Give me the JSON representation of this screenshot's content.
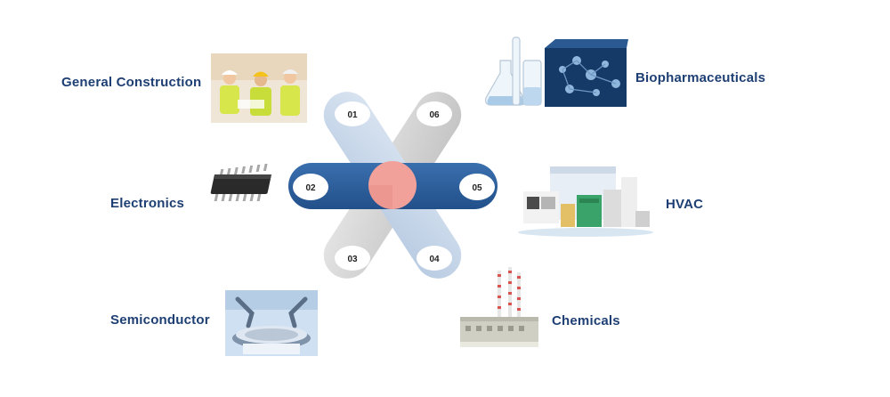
{
  "colors": {
    "label": "#1e3f73",
    "bar_dark_blue": "#2c5e9a",
    "bar_light_blue": "#c9d8ea",
    "bar_gray": "#d0d0d0",
    "center_circle": "#f2a19a"
  },
  "hub": {
    "items": [
      {
        "number": "01",
        "label": "General Construction",
        "icon": "construction-workers-icon"
      },
      {
        "number": "02",
        "label": "Electronics",
        "icon": "microchip-icon"
      },
      {
        "number": "03",
        "label": "Semiconductor",
        "icon": "wafer-robot-icon"
      },
      {
        "number": "04",
        "label": "Chemicals",
        "icon": "chemical-plant-icon"
      },
      {
        "number": "05",
        "label": "HVAC",
        "icon": "hvac-units-icon"
      },
      {
        "number": "06",
        "label": "Biopharmaceuticals",
        "icon": "lab-glassware-icon"
      }
    ]
  }
}
